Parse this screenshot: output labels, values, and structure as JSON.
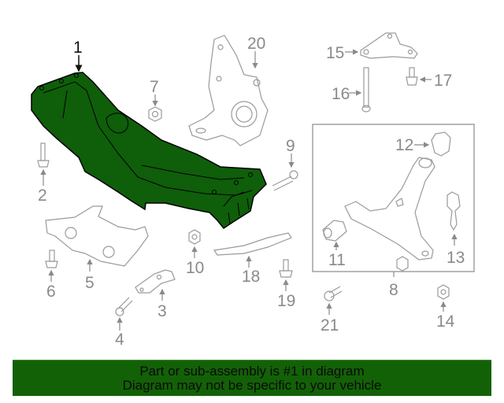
{
  "diagram": {
    "highlight_color": "#0f5e0a",
    "part_line_color": "#9a9a9a",
    "callouts": [
      {
        "id": "1",
        "label": "1",
        "part": "crossmember",
        "highlighted": true
      },
      {
        "id": "2",
        "label": "2",
        "part": "bolt"
      },
      {
        "id": "3",
        "label": "3",
        "part": "bracket"
      },
      {
        "id": "4",
        "label": "4",
        "part": "bolt"
      },
      {
        "id": "5",
        "label": "5",
        "part": "under-cover"
      },
      {
        "id": "6",
        "label": "6",
        "part": "bolt"
      },
      {
        "id": "7",
        "label": "7",
        "part": "nut"
      },
      {
        "id": "8",
        "label": "8",
        "part": "lower-control-arm-assembly"
      },
      {
        "id": "9",
        "label": "9",
        "part": "bolt"
      },
      {
        "id": "10",
        "label": "10",
        "part": "nut"
      },
      {
        "id": "11",
        "label": "11",
        "part": "bushing"
      },
      {
        "id": "12",
        "label": "12",
        "part": "bushing"
      },
      {
        "id": "13",
        "label": "13",
        "part": "ball-joint"
      },
      {
        "id": "14",
        "label": "14",
        "part": "nut"
      },
      {
        "id": "15",
        "label": "15",
        "part": "plate"
      },
      {
        "id": "16",
        "label": "16",
        "part": "long-bolt"
      },
      {
        "id": "17",
        "label": "17",
        "part": "bolt"
      },
      {
        "id": "18",
        "label": "18",
        "part": "brace"
      },
      {
        "id": "19",
        "label": "19",
        "part": "bolt"
      },
      {
        "id": "20",
        "label": "20",
        "part": "steering-knuckle"
      },
      {
        "id": "21",
        "label": "21",
        "part": "bolt"
      }
    ]
  },
  "banner": {
    "line1": "Part or sub-assembly is #1 in diagram",
    "line2": "Diagram may not be specific to your vehicle",
    "background": "#136107"
  }
}
